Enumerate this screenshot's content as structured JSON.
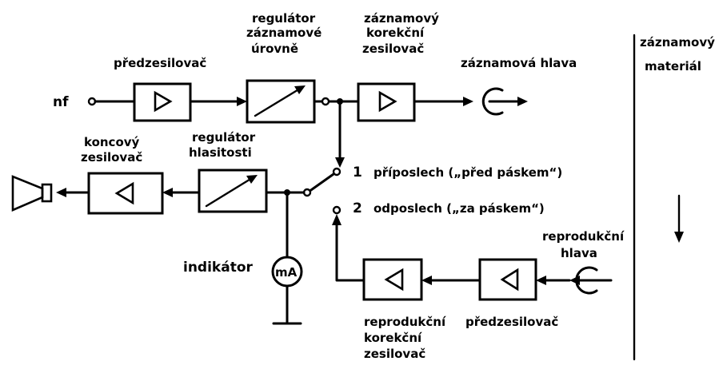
{
  "labels": {
    "nf": "nf",
    "predzesilovac_top": "předzesilovač",
    "regulator_urovne": [
      "regulátor",
      "záznamové",
      "úrovně"
    ],
    "korekcni_zesilovac_top": [
      "záznamový",
      "korekční",
      "zesilovač"
    ],
    "zaznamova_hlava": "záznamová hlava",
    "zaznamovy_material": [
      "záznamový",
      "materiál"
    ],
    "koncovy_zesilovac": [
      "koncový",
      "zesilovač"
    ],
    "regulator_hlasitosti": [
      "regulátor",
      "hlasitosti"
    ],
    "switch_pos_1_num": "1",
    "switch_pos_1_text": "příposlech („před páskem“)",
    "switch_pos_2_num": "2",
    "switch_pos_2_text": "odposlech („za páskem“)",
    "reprodukcni_hlava": [
      "reprodukční",
      "hlava"
    ],
    "indikator": "indikátor",
    "meter_symbol": "mA",
    "predzesilovac_bottom": "předzesilovač",
    "korekcni_zesilovac_bottom": [
      "reprodukční",
      "korekční",
      "zesilovač"
    ]
  }
}
